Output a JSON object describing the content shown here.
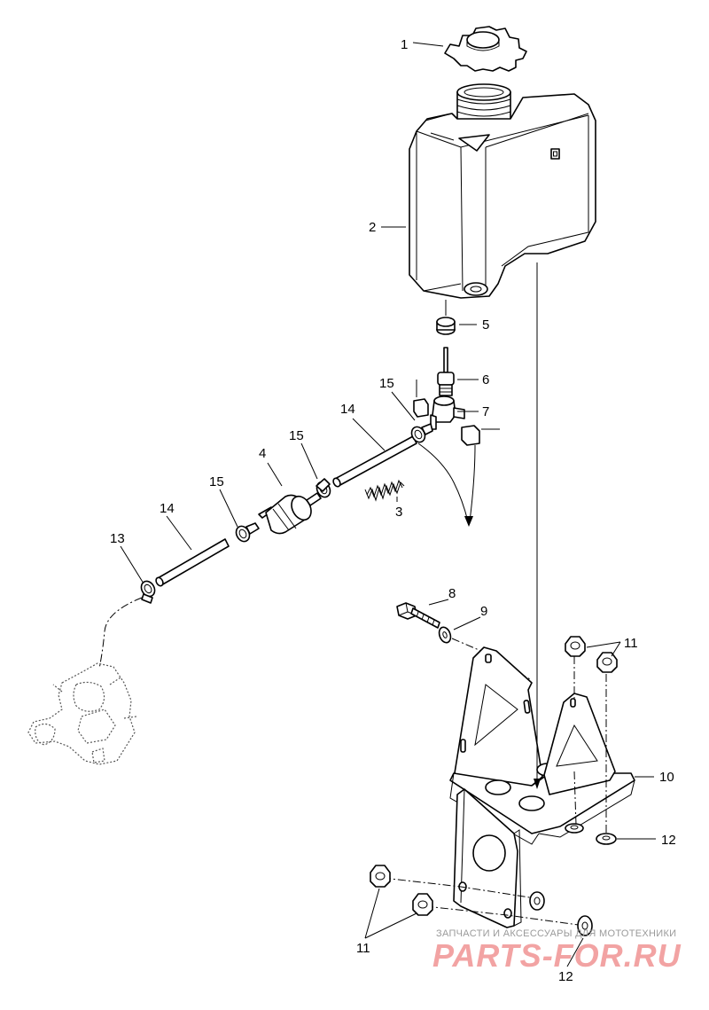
{
  "callouts": {
    "c1": "1",
    "c2": "2",
    "c3": "3",
    "c4": "4",
    "c5": "5",
    "c6": "6",
    "c7": "7",
    "c8": "8",
    "c9": "9",
    "c10": "10",
    "c11_top": "11",
    "c11_bottom": "11",
    "c12_right": "12",
    "c12_bottom": "12",
    "c13": "13",
    "c14_left": "14",
    "c14_right": "14",
    "c15_left": "15",
    "c15_mid": "15",
    "c15_right": "15"
  },
  "watermark": {
    "tagline": "ЗАПЧАСТИ И АКСЕССУАРЫ ДЛЯ МОТОТЕХНИКИ",
    "brand": "PARTS-FOR.RU"
  },
  "colors": {
    "line": "#000000",
    "watermark_text": "#f2a3a3",
    "watermark_tagline": "#9a9a9a"
  }
}
